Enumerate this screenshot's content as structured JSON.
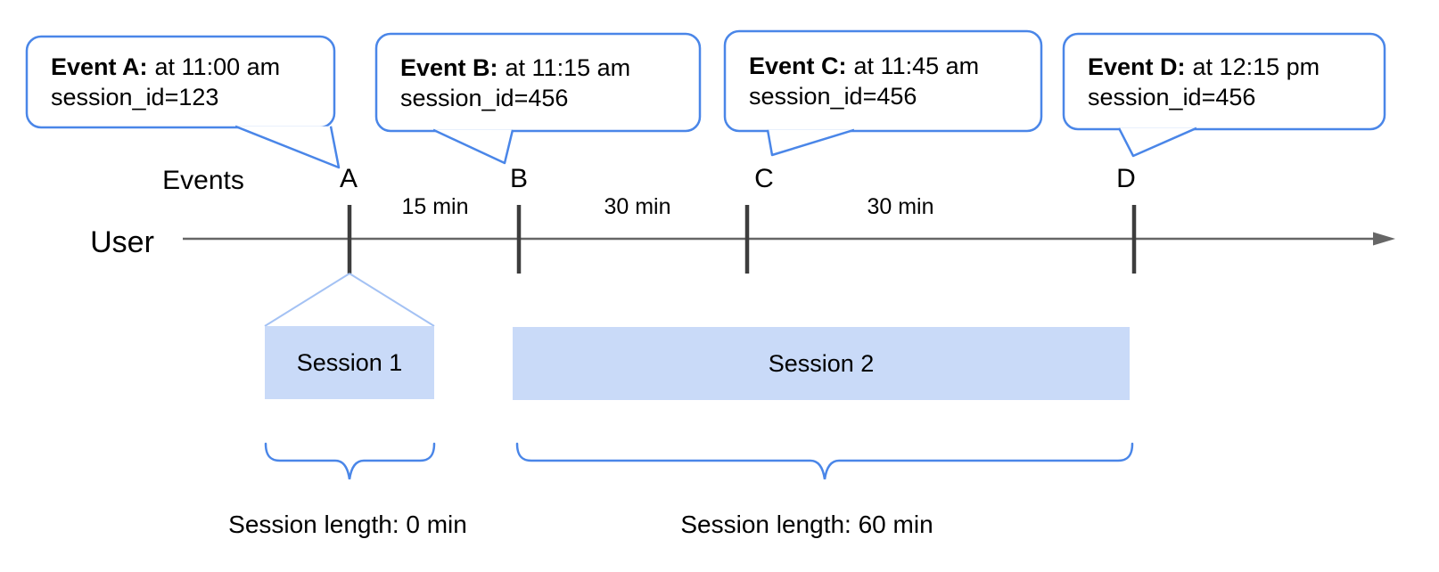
{
  "diagram": {
    "axis": {
      "events_label": "Events",
      "user_label": "User"
    },
    "bubbles": [
      {
        "title": "Event A:",
        "time": "at 11:00 am",
        "session": "session_id=123"
      },
      {
        "title": "Event B:",
        "time": "at 11:15 am",
        "session": "session_id=456"
      },
      {
        "title": "Event C:",
        "time": "at 11:45 am",
        "session": "session_id=456"
      },
      {
        "title": "Event D:",
        "time": "at 12:15 pm",
        "session": "session_id=456"
      }
    ],
    "markers": [
      "A",
      "B",
      "C",
      "D"
    ],
    "intervals": [
      "15 min",
      "30 min",
      "30 min"
    ],
    "sessions": [
      {
        "label": "Session 1",
        "length_label": "Session length: 0 min"
      },
      {
        "label": "Session 2",
        "length_label": "Session length: 60 min"
      }
    ],
    "colors": {
      "bubble_border": "#4a86e8",
      "brace": "#4a86e8",
      "session_fill": "#c9daf8",
      "funnel_line": "#a4c2f4",
      "axis_line": "#666666",
      "tick": "#3d3d3d",
      "text": "#000000"
    }
  }
}
